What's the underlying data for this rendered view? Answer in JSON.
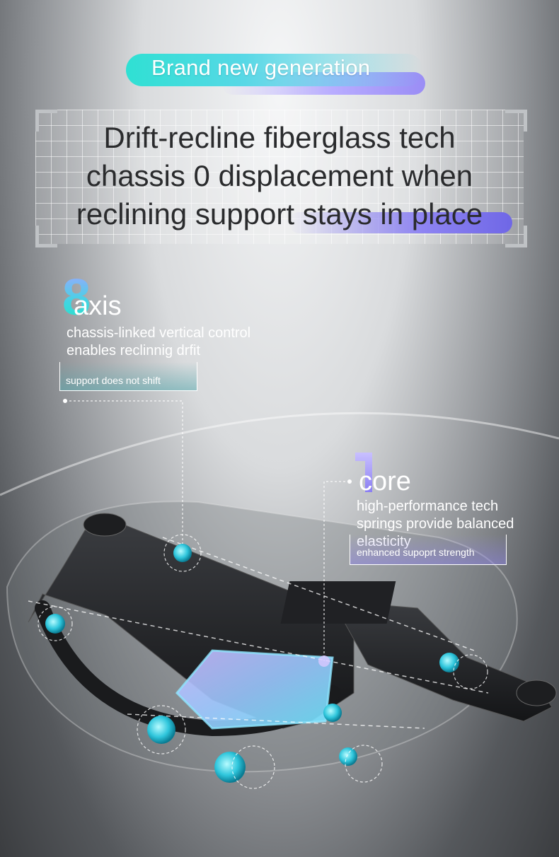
{
  "header": {
    "pill_label": "Brand new generation"
  },
  "headline": {
    "line1": "Drift-recline fiberglass tech",
    "line2": "chassis 0 displacement when",
    "line3": "reclining support stays in place"
  },
  "callout_axis": {
    "number": "8",
    "word": "axis",
    "line1": "chassis-linked vertical control",
    "line2": "enables reclinnig drfit",
    "tag": "support does not shift"
  },
  "callout_core": {
    "number": "1",
    "word": "core",
    "line1": "high-performance tech",
    "line2": "springs provide balanced",
    "line3": "elasticity",
    "tag": "enhanced supoprt strength"
  },
  "colors": {
    "accent_teal": "#2fe0d3",
    "accent_purple": "#8e84f2"
  }
}
